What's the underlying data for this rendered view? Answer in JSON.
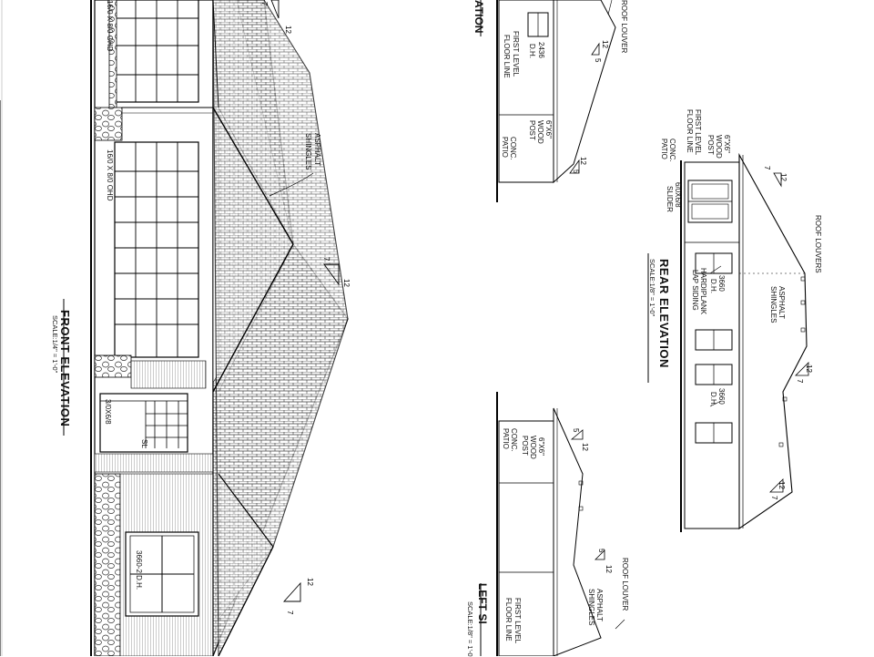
{
  "front": {
    "title": "FRONT ELEVATION",
    "scale": "SCALE:1/4\" = 1'-0\"",
    "garage_door_top": "16/0 X 8/0 OHD",
    "garage_door_mid": "16/0 X 8/0 OHD",
    "roof_note_1": "ASPHALT",
    "roof_note_2": "SHINGLES",
    "entry_door": "3/0X6/8",
    "window": "3660-2 D.H.",
    "sl": "SL",
    "pitch_a_rise": "7",
    "pitch_a_run": "12",
    "pitch_b_rise": "7",
    "pitch_b_run": "12",
    "pitch_c_rise": "12",
    "pitch_c_run": "7"
  },
  "right_partial": {
    "title": "ATION",
    "window": "2436",
    "window_type": "D.H.",
    "floor_1": "FIRST LEVEL",
    "floor_2": "FLOOR LINE",
    "post_1": "6\"X6\"",
    "post_2": "WOOD",
    "post_3": "POST",
    "patio_1": "CONC.",
    "patio_2": "PATIO",
    "louver": "ROOF LOUVER",
    "pitch_1_run": "12",
    "pitch_1_rise": "5",
    "pitch_2_run": "12",
    "pitch_2_rise": "5"
  },
  "left_side": {
    "title": "LEFT SI",
    "scale": "SCALE:1/8\" = 1'-0",
    "post_1": "6\"X6\"",
    "post_2": "WOOD",
    "post_3": "POST",
    "patio_1": "CONC.",
    "patio_2": "PATIO",
    "floor_1": "FIRST LEVEL",
    "floor_2": "FLOOR LINE",
    "louver": "ROOF LOUVER",
    "roof_1": "ASPHALT",
    "roof_2": "SHINGLES",
    "pitch_1_rise": "5",
    "pitch_1_run": "12",
    "pitch_2_rise": "5",
    "pitch_2_run": "12"
  },
  "rear": {
    "title": "REAR ELEVATION",
    "scale": "SCALE:1/8\" = 1'-0\"",
    "post_1": "6\"X6\"",
    "post_2": "WOOD",
    "post_3": "POST",
    "floor_1": "FIRST LEVEL",
    "floor_2": "FLOOR LINE",
    "patio_1": "CONC.",
    "patio_2": "PATIO",
    "slider_1": "6/0X6/8",
    "slider_2": "SLIDER",
    "window_1": "3660",
    "window_1_type": "D.H.",
    "siding_1": "HARDIPLANK",
    "siding_2": "LAP SIDING",
    "window_2": "3660",
    "window_2_type": "D.H.",
    "louvers": "ROOF LOUVERS",
    "roof_1": "ASPHALT",
    "roof_2": "SHINGLES",
    "pitch_1_rise": "7",
    "pitch_1_run": "12",
    "pitch_2_rise": "12",
    "pitch_2_run": "7",
    "pitch_3_rise": "12",
    "pitch_3_run": "7"
  }
}
